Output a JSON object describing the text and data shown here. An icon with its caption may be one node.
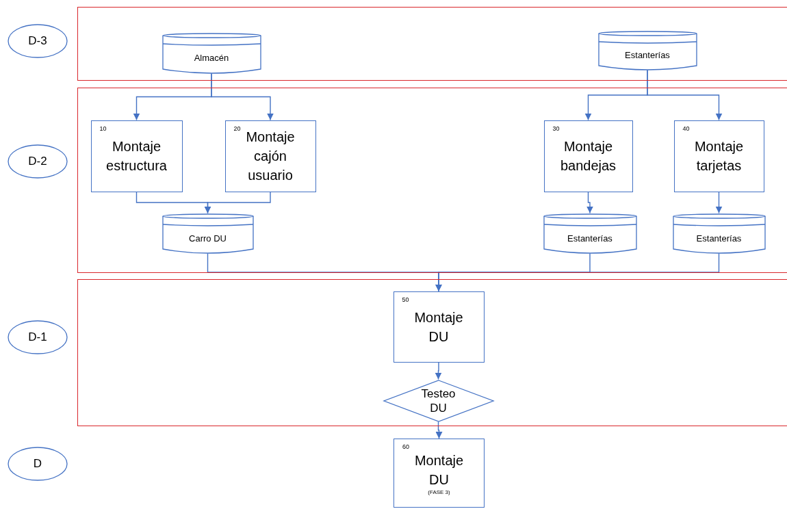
{
  "diagram": {
    "nodes": [
      {
        "text": [
          "D-3"
        ]
      },
      {
        "text": [],
        "shape": "box"
      },
      {
        "text": [
          "Almacén"
        ],
        "in": 1
      },
      {
        "text": [
          "Estanterías"
        ],
        "in": 1
      },
      {
        "text": [
          "D-2"
        ]
      },
      {
        "text": [],
        "shape": "box"
      },
      {
        "text": [
          "10",
          "Montaje estructura"
        ],
        "in": 5
      },
      {
        "text": [
          "20",
          "Montaje cajón usuario"
        ],
        "in": 5
      },
      {
        "text": [
          "30",
          "Montaje bandejas"
        ],
        "in": 5
      },
      {
        "text": [
          "40",
          "Montaje tarjetas"
        ],
        "in": 5
      },
      {
        "text": [
          "Carro DU"
        ],
        "in": 5
      },
      {
        "text": [
          "Estanterías"
        ],
        "in": 5
      },
      {
        "text": [
          "Estanterías"
        ],
        "in": 5
      },
      {
        "text": [
          "D-1"
        ]
      },
      {
        "text": [],
        "shape": "box"
      },
      {
        "text": [
          "50",
          "Montaje DU"
        ],
        "in": 14
      },
      {
        "text": [
          "Testeo DU"
        ],
        "in": 14
      },
      {
        "text": [
          "D"
        ]
      },
      {
        "text": [
          "60",
          "Montaje DU",
          "(FASE 3)"
        ]
      }
    ],
    "edges": [
      {
        "from": 2,
        "to": 6,
        "arrow": "to"
      },
      {
        "from": 2,
        "to": 7,
        "arrow": "to"
      },
      {
        "from": 3,
        "to": 8,
        "arrow": "to"
      },
      {
        "from": 3,
        "to": 9,
        "arrow": "to"
      },
      {
        "from": 6,
        "to": 10,
        "arrow": "to"
      },
      {
        "from": 7,
        "to": 10,
        "arrow": "to"
      },
      {
        "from": 8,
        "to": 11,
        "arrow": "to"
      },
      {
        "from": 9,
        "to": 12,
        "arrow": "to"
      },
      {
        "from": 10,
        "to": 15,
        "arrow": "to"
      },
      {
        "from": 11,
        "to": 15,
        "arrow": "to"
      },
      {
        "from": 12,
        "to": 15,
        "arrow": "to"
      },
      {
        "from": 15,
        "to": 16,
        "arrow": "to"
      },
      {
        "from": 16,
        "to": 18,
        "arrow": "to"
      }
    ]
  }
}
